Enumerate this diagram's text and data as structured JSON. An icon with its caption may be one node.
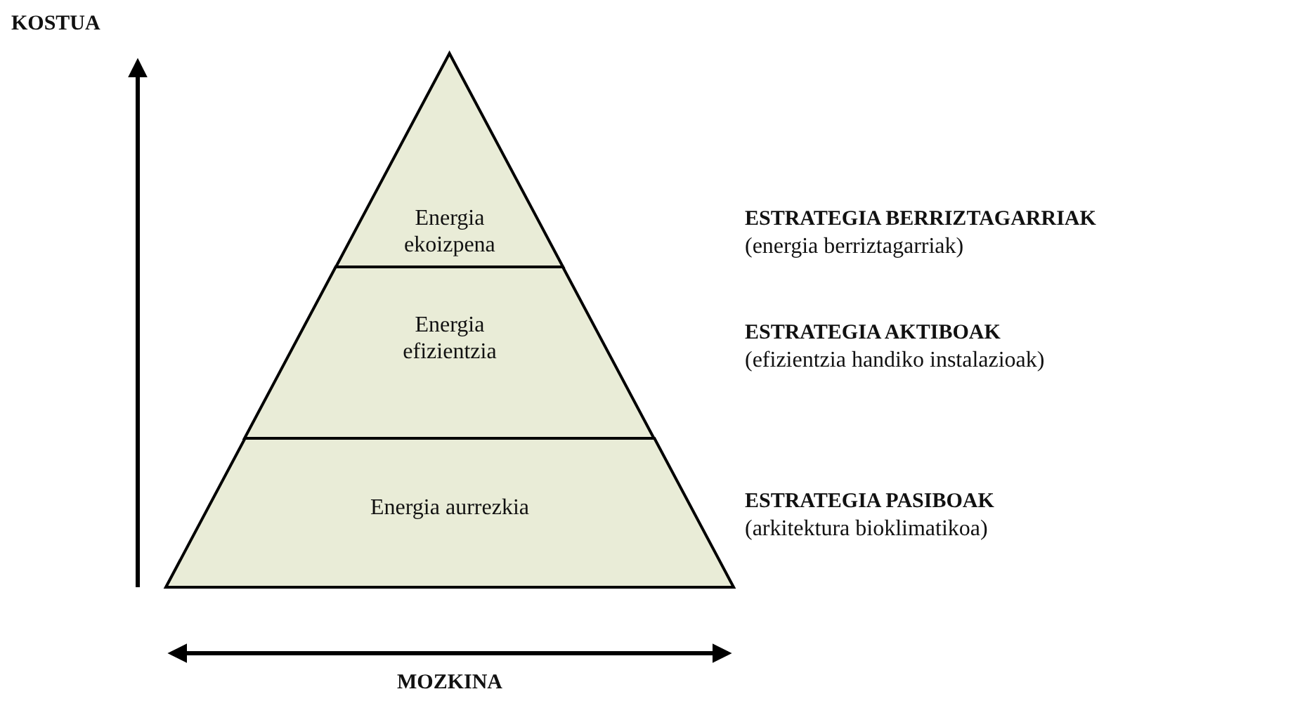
{
  "diagram": {
    "nodes": [
      {
        "text": [
          "Energia ekoizpena"
        ]
      },
      {
        "text": [
          "Energia efizientzia"
        ]
      },
      {
        "text": [
          "Energia aurrezkia"
        ]
      }
    ],
    "edges": [],
    "labels": [
      "KOSTUA",
      "ESTRATEGIA BERRIZTAGARRIAK",
      "(energia berriztagarriak)",
      "ESTRATEGIA AKTIBOAK",
      "(efizientzia handiko instalazioak)",
      "ESTRATEGIA PASIBOAK",
      "(arkitektura bioklimatikoa)",
      "MOZKINA"
    ]
  }
}
